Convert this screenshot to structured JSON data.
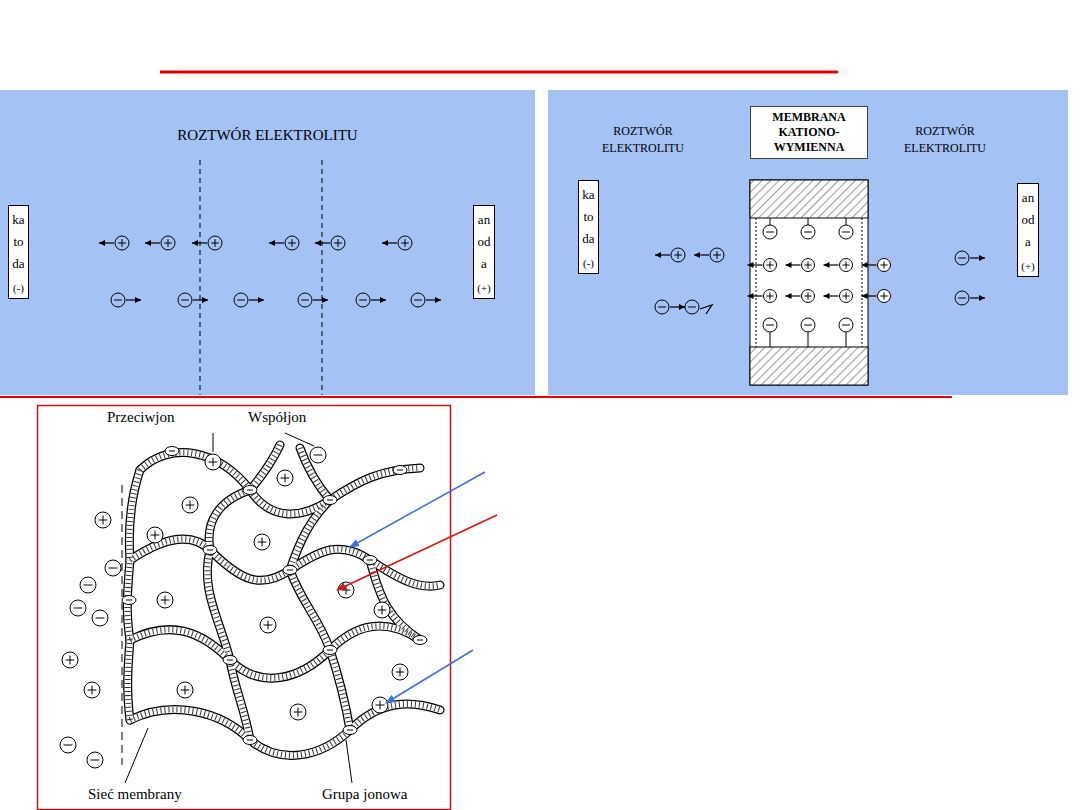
{
  "diagram": {
    "nodes": [
      {
        "text": [
          "ROZTWÓR ELEKTROLITU"
        ]
      },
      {
        "text": [
          "katoda",
          "(-)"
        ],
        "in": 0
      },
      {
        "text": [
          "anoda",
          "(+)"
        ],
        "in": 0
      },
      {
        "text": [
          "ROZTWÓR ELEKTROLITU",
          "ROZTWÓR ELEKTROLITU"
        ]
      },
      {
        "text": [
          "katoda",
          "(-)"
        ],
        "in": 3
      },
      {
        "text": [
          "MEMBRANA KATIONO- WYMIENNA"
        ],
        "in": 3
      },
      {
        "text": [
          "anoda",
          "(+)"
        ],
        "in": 3
      }
    ],
    "labels": [
      "Przeciwjon",
      "Współjon",
      "Sieć membrany",
      "Grupa jonowa"
    ]
  }
}
